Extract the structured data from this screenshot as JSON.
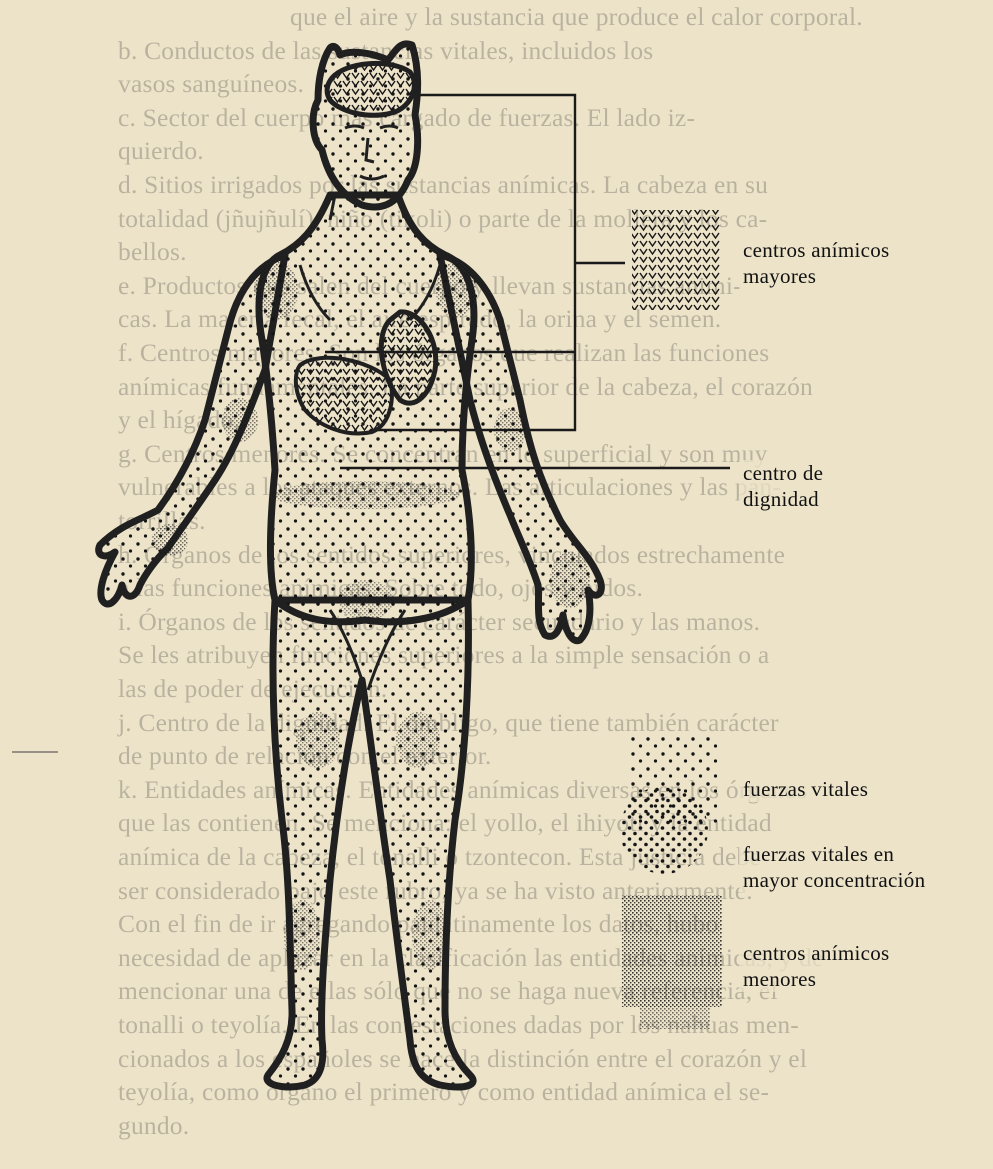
{
  "page": {
    "background_text_lines": [
      "que el aire y la sustancia que produce el calor corporal.",
      "b. Conductos de las sustancias vitales, incluidos los",
      "vasos sanguíneos.",
      "c. Sector del cuerpo más cargado de fuerzas. El lado iz-",
      "quierdo.",
      "d. Sitios irrigados por las sustancias anímicas. La cabeza en su",
      "totalidad (jñujñulí), niño (tikoli) o parte de la mollera y los ca-",
      "bellos.",
      "e. Productos que salen del cuerpo y llevan sustancias animi-",
      "cas. La materia fecal, el aire espirado, la orina y el semen.",
      "f. Centros mayores. Son los órganos que realizan las funciones",
      "anímicas fundamentales. La parte superior de la cabeza, el corazón",
      "y el hígado.",
      "g. Centros menores. Se concentran en lo superficial y son muy",
      "vulnerables a los ataques externos. Las articulaciones y las pan-",
      "torrillas.",
      "h. Órganos de los sentidos superiores, vinculados estrechamente",
      "a las funciones anímicas. Sobre todo, ojos y oídos.",
      "i. Órganos de los sentidos de carácter secundario y las manos.",
      "Se les atribuyen funciones superiores a la simple sensación o a",
      "las de poder de ejecución.",
      "j. Centro de la dignidad. El ombligo, que tiene también carácter",
      "de punto de relación con el exterior.",
      "k. Entidades anímicas. Entidades anímicas diversas en los órganos",
      "que las contienen. Se menciona: el yollo, el ihiyotl y la entidad",
      "anímica de la cabeza, el tonalli o tzontecon. Esta justicia debe",
      "ser considerado bajo este rubro, ya se ha visto anteriormente.",
      "Con el fin de ir agregando paulatinamente los datos, hubo",
      "necesidad de aplazar en la clasificación las entidades anímicas, y de",
      "mencionar una de ellas sólo que no se haga nueva referencia, el",
      "tonalli o teyolía. En las contestaciones dadas por los nahuas men-",
      "cionados a los españoles se hace la distinción entre el corazón y el",
      "teyolía, como órgano el primero y como entidad anímica el se-",
      "gundo."
    ]
  },
  "diagram": {
    "labels": {
      "centros_animicos_mayores": [
        "centros anímicos",
        "mayores"
      ],
      "centro_de_dignidad": [
        "centro de",
        "dignidad"
      ],
      "fuerzas_vitales": [
        "fuerzas vitales"
      ],
      "fuerzas_vitales_mayor": [
        "fuerzas vitales en",
        "mayor concentración"
      ],
      "centros_animicos_menores": [
        "centros anímicos",
        "menores"
      ]
    }
  }
}
